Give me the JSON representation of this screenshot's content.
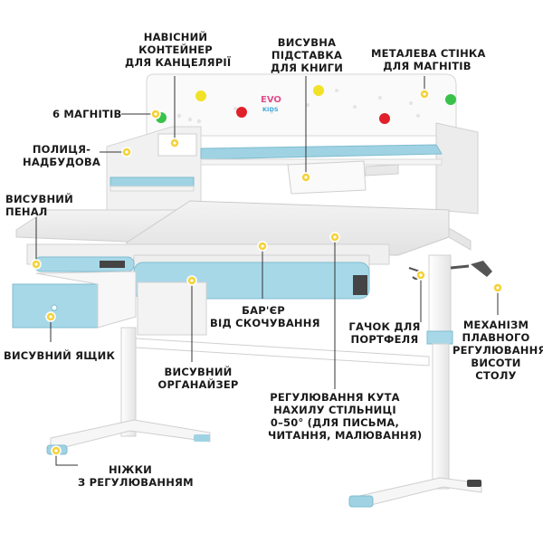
{
  "brand": {
    "logo_text": "EVO",
    "logo_sub": "KIDS"
  },
  "labels": {
    "pencil_container": [
      "НАВІСНИЙ",
      "КОНТЕЙНЕР",
      "ДЛЯ КАНЦЕЛЯРІЇ"
    ],
    "book_stand": [
      "ВИСУВНА",
      "ПІДСТАВКА",
      "ДЛЯ КНИГИ"
    ],
    "metal_wall": [
      "МЕТАЛЕВА СТІНКА",
      "ДЛЯ МАГНІТІВ"
    ],
    "magnets": [
      "6 МАГНІТІВ"
    ],
    "shelf": [
      "ПОЛИЦЯ-",
      "НАДБУДОВА"
    ],
    "pencil_case": [
      "ВИСУВНИЙ",
      "ПЕНАЛ"
    ],
    "drawer": [
      "ВИСУВНИЙ ЯЩИК"
    ],
    "barrier": [
      "БАР'ЄР",
      "ВІД СКОЧУВАННЯ"
    ],
    "hook": [
      "ГАЧОК ДЛЯ",
      "ПОРТФЕЛЯ"
    ],
    "mechanism": [
      "МЕХАНІЗМ",
      "ПЛАВНОГО",
      "РЕГУЛЮВАННЯ",
      "ВИСОТИ",
      "СТОЛУ"
    ],
    "organizer": [
      "ВИСУВНИЙ",
      "ОРГАНАЙЗЕР"
    ],
    "tilt": [
      "РЕГУЛЮВАННЯ КУТА",
      "НАХИЛУ СТІЛЬНИЦІ",
      "0–50° (ДЛЯ ПИСЬМА,",
      "ЧИТАННЯ, МАЛЮВАННЯ)"
    ],
    "legs": [
      "НІЖКИ",
      "З РЕГУЛЮВАННЯМ"
    ]
  },
  "colors": {
    "accent_blue": "#9fd3e3",
    "marker_yellow": "#f5d23a",
    "magnet_red": "#e0202a",
    "magnet_green": "#39c24a",
    "magnet_yellow": "#f2e227",
    "frame_white": "#f4f4f4",
    "line": "#333333"
  }
}
